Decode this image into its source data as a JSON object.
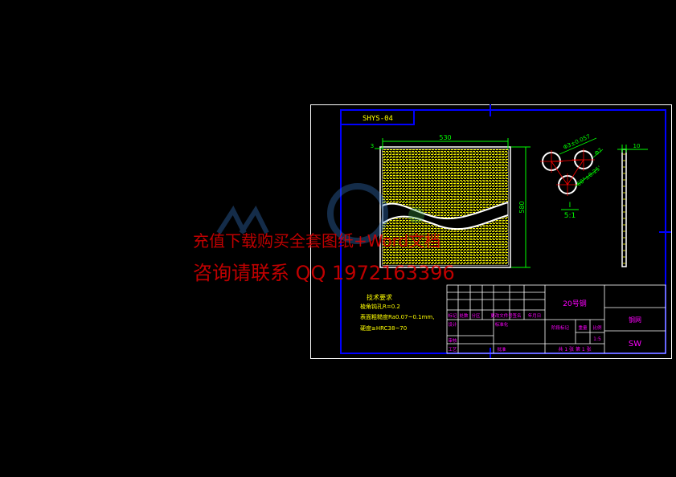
{
  "drawing": {
    "code": "SHYS-04",
    "dim_width": "530",
    "dim_height": "580",
    "dim_side": "3",
    "dim_right_width": "10",
    "hole_labels": [
      "Φ3±0.057",
      "Φ7",
      "60°±0.25'"
    ],
    "detail_label": "I",
    "detail_scale": "5:1",
    "tech_title": "技术要求",
    "tech_lines": [
      "棱角钝孔R=0.2",
      "表面粗糙度Ra0.07~0.1mm,",
      "硬度≥HRC38~70"
    ],
    "title_block": {
      "part_name": "20号钢",
      "right_label": "钢网",
      "code": "SW",
      "scale": "1:5",
      "sheet": "共 1 张 第 1 张",
      "cells": [
        "标记",
        "处数",
        "分区",
        "更改文件号",
        "签名",
        "年月日",
        "设计",
        "标准化",
        "审核",
        "工艺",
        "批准",
        "阶段标记",
        "重量",
        "比例"
      ]
    }
  },
  "watermark": {
    "line1": "充值下载购买全套图纸+Word文档",
    "line2": "咨询请联系 QQ 1972163396"
  },
  "colors": {
    "background": "#000000",
    "frame": "#ffffff",
    "border": "#0000ff",
    "dimension": "#00ff00",
    "text_yellow": "#ffff00",
    "text_magenta": "#ff00ff",
    "text_green": "#00ff00",
    "watermark": "#d40000"
  }
}
